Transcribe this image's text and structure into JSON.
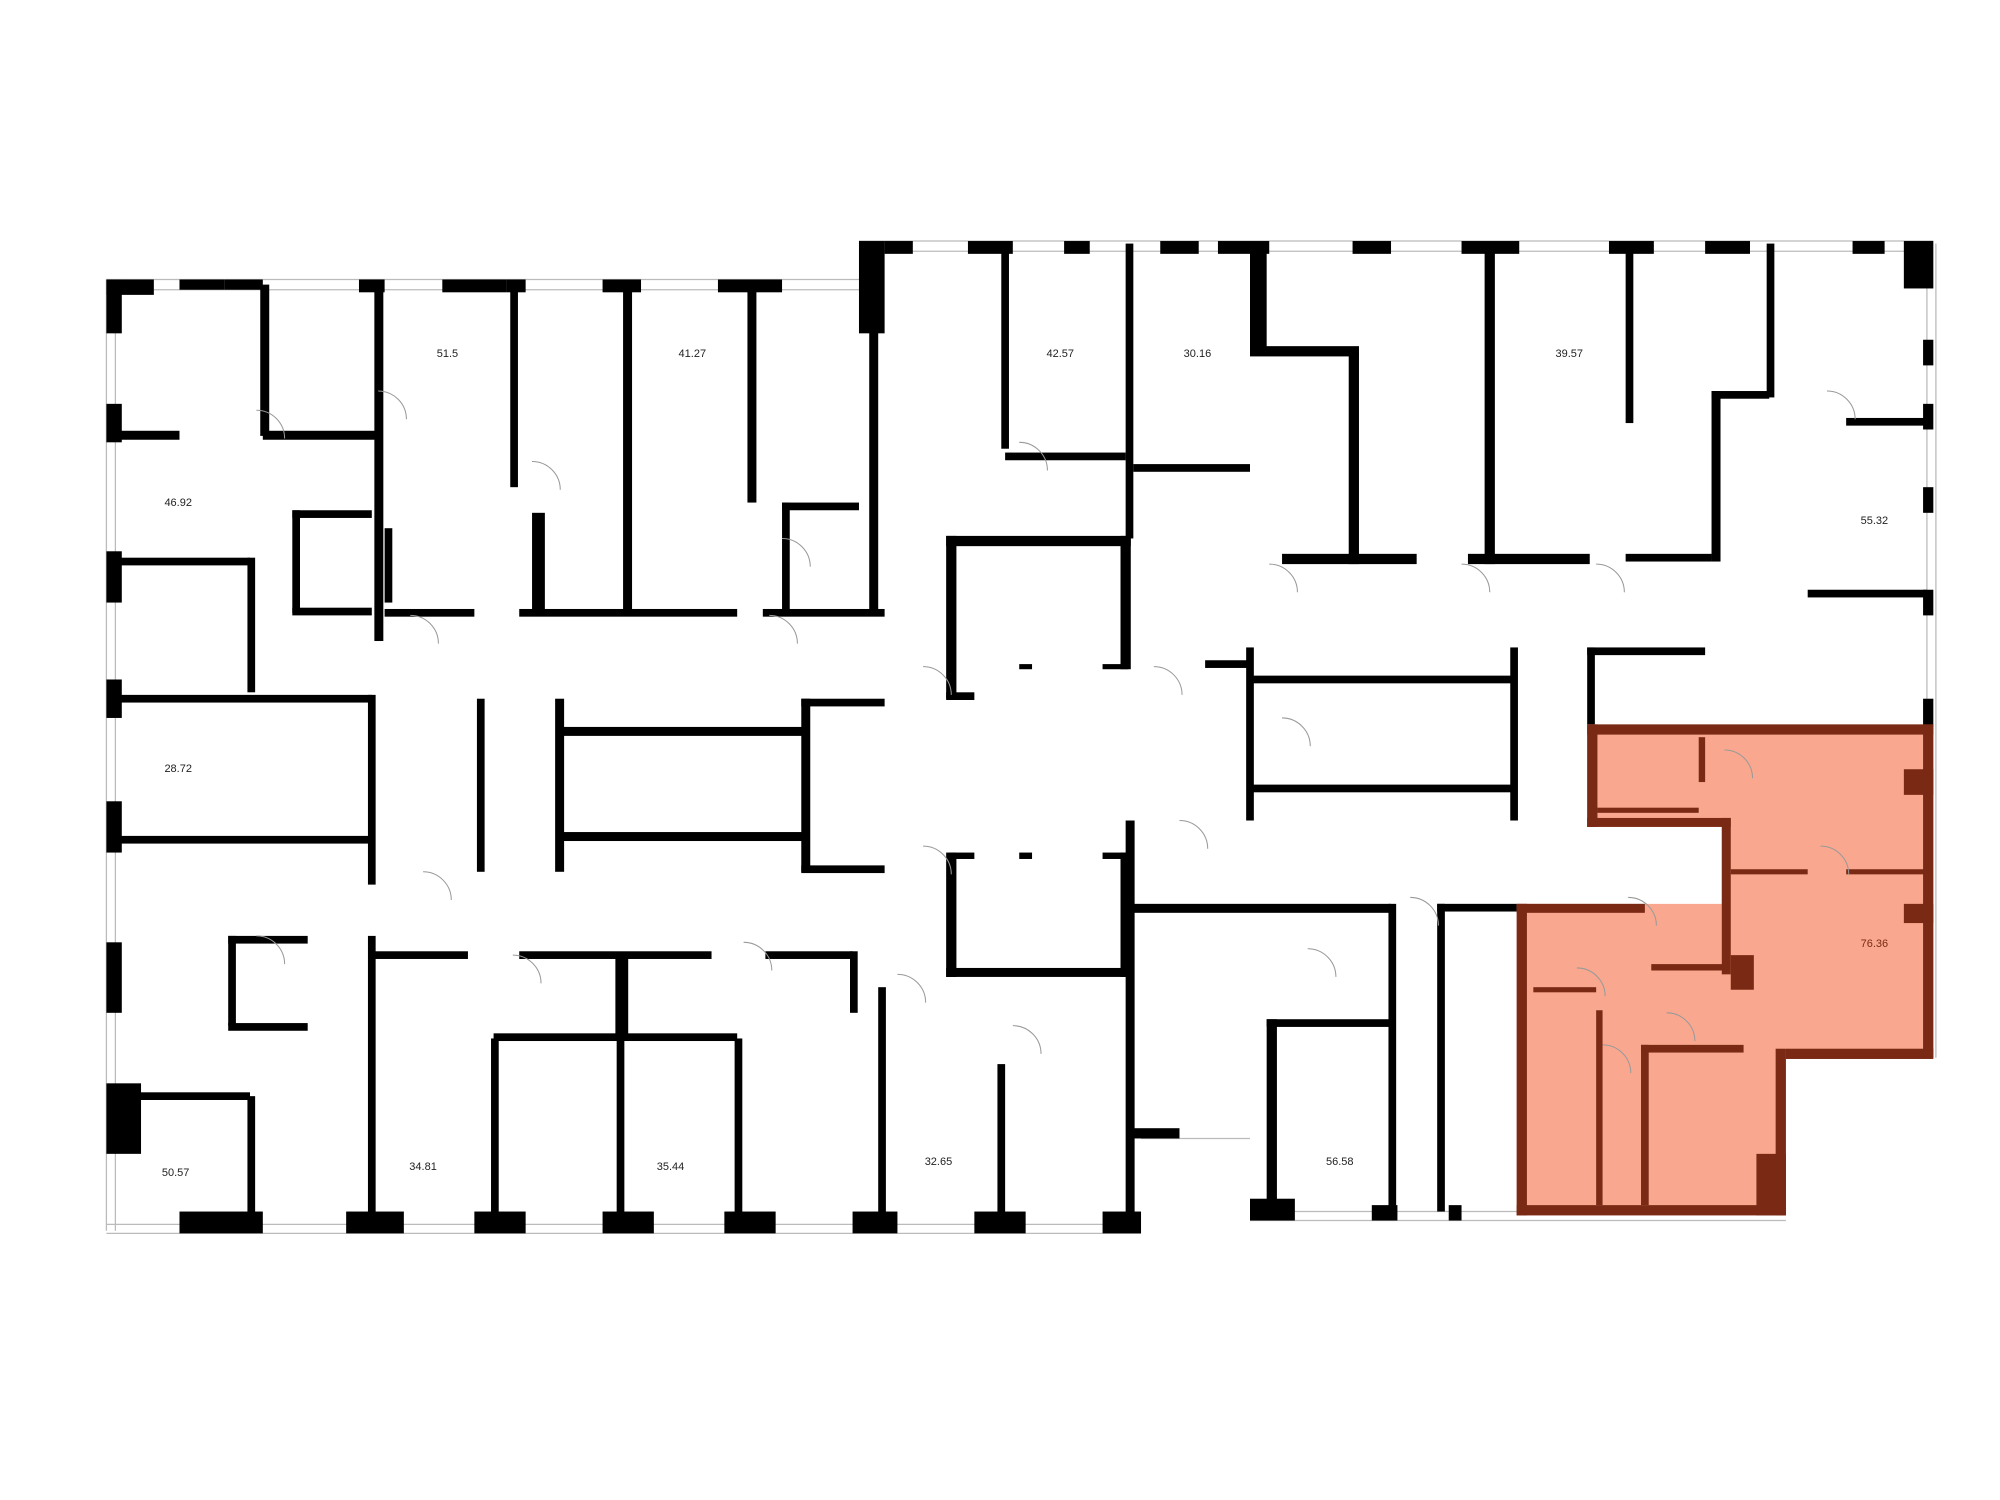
{
  "floor_plan": {
    "apartments": [
      {
        "id": "apt-46-92",
        "area": "46.92",
        "highlighted": false
      },
      {
        "id": "apt-51-5",
        "area": "51.5",
        "highlighted": false
      },
      {
        "id": "apt-41-27",
        "area": "41.27",
        "highlighted": false
      },
      {
        "id": "apt-42-57",
        "area": "42.57",
        "highlighted": false
      },
      {
        "id": "apt-30-16",
        "area": "30.16",
        "highlighted": false
      },
      {
        "id": "apt-39-57",
        "area": "39.57",
        "highlighted": false
      },
      {
        "id": "apt-55-32",
        "area": "55.32",
        "highlighted": false
      },
      {
        "id": "apt-28-72",
        "area": "28.72",
        "highlighted": false
      },
      {
        "id": "apt-76-36",
        "area": "76.36",
        "highlighted": true
      },
      {
        "id": "apt-50-57",
        "area": "50.57",
        "highlighted": false
      },
      {
        "id": "apt-34-81",
        "area": "34.81",
        "highlighted": false
      },
      {
        "id": "apt-35-44",
        "area": "35.44",
        "highlighted": false
      },
      {
        "id": "apt-32-65",
        "area": "32.65",
        "highlighted": false
      },
      {
        "id": "apt-56-58",
        "area": "56.58",
        "highlighted": false
      }
    ],
    "colors": {
      "wall": "#000000",
      "highlight_fill": "#F9A88F",
      "highlight_wall": "#7A2A14",
      "background": "#FFFFFF"
    }
  }
}
